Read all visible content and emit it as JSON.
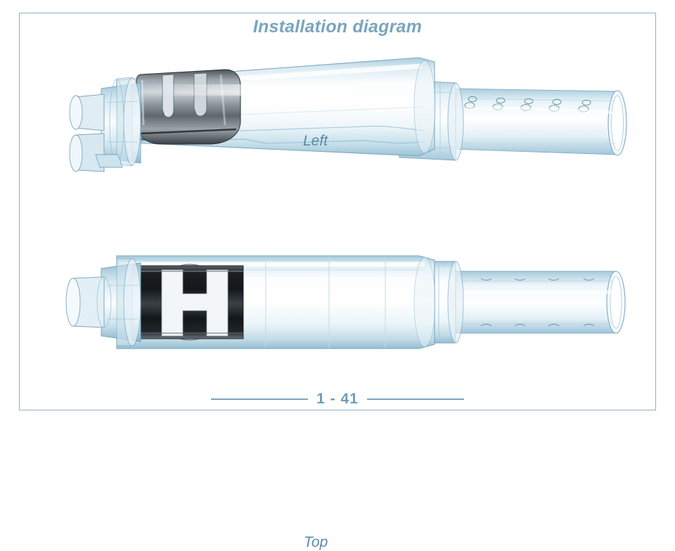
{
  "document": {
    "title": "Installation diagram",
    "page_number": "1 - 41"
  },
  "frame": {
    "border_color": "#8fb2c4"
  },
  "colors": {
    "accent": "#7aa5bd",
    "title_text": "#7aa5bd",
    "label_text": "#5b8ba6",
    "footer_text": "#6e9db6",
    "plastic_light": "#eef5f8",
    "plastic_mid": "#c6dde8",
    "plastic_edge": "#7fa9c0",
    "metal_dark": "#1d2023",
    "metal_light": "#e9edef"
  },
  "views": [
    {
      "id": "left",
      "label": "Left",
      "description": "Side elevation of translucent assembly with metal retaining clip",
      "parts": {
        "connector_cap": "luer-style end cap",
        "retaining_clip": "fork-shaped metal clip",
        "body_barrel": "translucent barrel",
        "collar": "locking collar",
        "perforated_tube": "perforated outlet tube"
      },
      "perforation_count": 10
    },
    {
      "id": "top",
      "label": "Top",
      "description": "Plan view of translucent assembly with metal retaining clip seen from above",
      "parts": {
        "connector_cap": "luer-style end cap",
        "retaining_clip": "fork-shaped metal clip",
        "body_barrel": "translucent barrel",
        "collar": "locking collar",
        "perforated_tube": "perforated outlet tube"
      },
      "perforation_count": 8
    }
  ]
}
